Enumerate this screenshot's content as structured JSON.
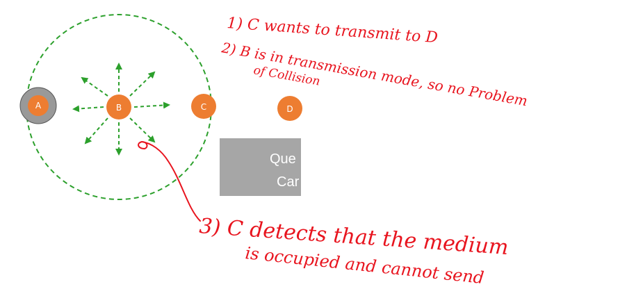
{
  "nodes": {
    "a": "A",
    "b": "B",
    "c": "C",
    "d": "D"
  },
  "overlay_box": {
    "line1": "Que",
    "line2": "Car"
  },
  "annotations": {
    "note1": "1) C wants to transmit to D",
    "note2_line1": "2) B is in transmission mode, so no Problem",
    "note2_line2": "of Collision",
    "note3_line1": "3) C detects that the medium",
    "note3_line2": "is occupied and cannot send"
  },
  "colors": {
    "node_fill": "#ed7d31",
    "range_circle": "#2ca02c",
    "annotation_ink": "#e8141e",
    "box_fill": "#a6a6a6",
    "highlight_ring": "#999999"
  },
  "icons": {
    "signal_arrows": "broadcast-arrows-icon",
    "pointer_line": "handdrawn-pointer"
  }
}
